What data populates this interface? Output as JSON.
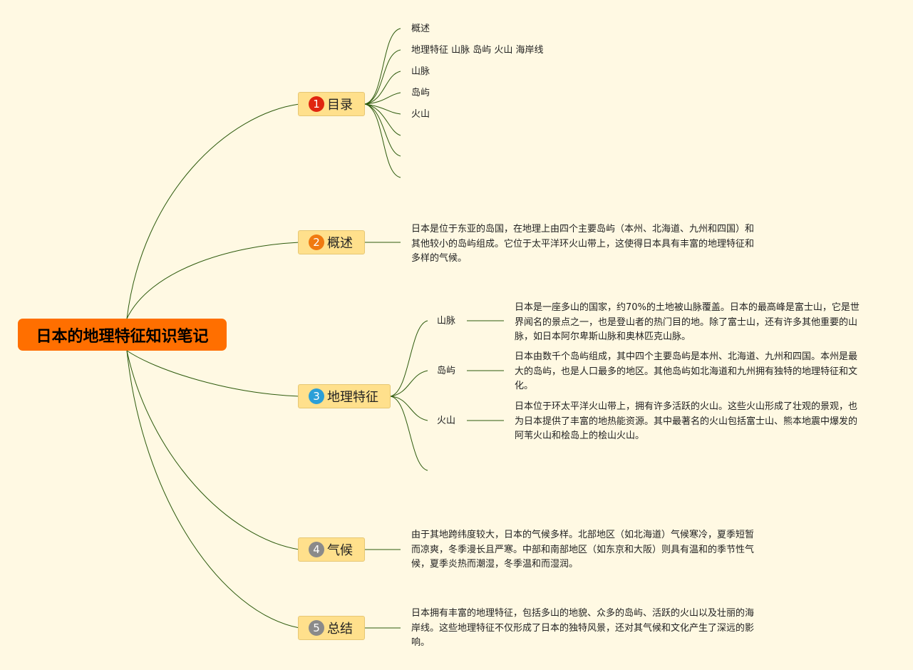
{
  "title": "日本的地理特征知识笔记",
  "colors": {
    "background": "#fff9e3",
    "root": "#ff6f00",
    "branch": "#ffe08c",
    "line": "#2d5a0d"
  },
  "branches": [
    {
      "num": "1",
      "label": "目录",
      "badge_color": "#e0250f"
    },
    {
      "num": "2",
      "label": "概述",
      "badge_color": "#f07a10"
    },
    {
      "num": "3",
      "label": "地理特征",
      "badge_color": "#2b9fd8"
    },
    {
      "num": "4",
      "label": "气候",
      "badge_color": "#8a8a8a"
    },
    {
      "num": "5",
      "label": "总结",
      "badge_color": "#8a8a8a"
    }
  ],
  "toc": [
    "概述",
    "地理特征 山脉 岛屿 火山 海岸线",
    "山脉",
    "岛屿",
    "火山"
  ],
  "overview": "日本是位于东亚的岛国，在地理上由四个主要岛屿（本州、北海道、九州和四国）和其他较小的岛屿组成。它位于太平洋环火山带上，这使得日本具有丰富的地理特征和多样的气候。",
  "features": [
    {
      "label": "山脉",
      "text": "日本是一座多山的国家，约70%的土地被山脉覆盖。日本的最高峰是富士山，它是世界闻名的景点之一，也是登山者的热门目的地。除了富士山，还有许多其他重要的山脉，如日本阿尔卑斯山脉和奥林匹克山脉。"
    },
    {
      "label": "岛屿",
      "text": "日本由数千个岛屿组成，其中四个主要岛屿是本州、北海道、九州和四国。本州是最大的岛屿，也是人口最多的地区。其他岛屿如北海道和九州拥有独特的地理特征和文化。"
    },
    {
      "label": "火山",
      "text": "日本位于环太平洋火山带上，拥有许多活跃的火山。这些火山形成了壮观的景观，也为日本提供了丰富的地热能资源。其中最著名的火山包括富士山、熊本地震中爆发的阿苇火山和桧岛上的桧山火山。"
    }
  ],
  "climate": "由于其地跨纬度较大，日本的气候多样。北部地区（如北海道）气候寒冷，夏季短暂而凉爽，冬季漫长且严寒。中部和南部地区（如东京和大阪）则具有温和的季节性气候，夏季炎热而潮湿，冬季温和而湿润。",
  "summary": "日本拥有丰富的地理特征，包括多山的地貌、众多的岛屿、活跃的火山以及壮丽的海岸线。这些地理特征不仅形成了日本的独特风景，还对其气候和文化产生了深远的影响。"
}
